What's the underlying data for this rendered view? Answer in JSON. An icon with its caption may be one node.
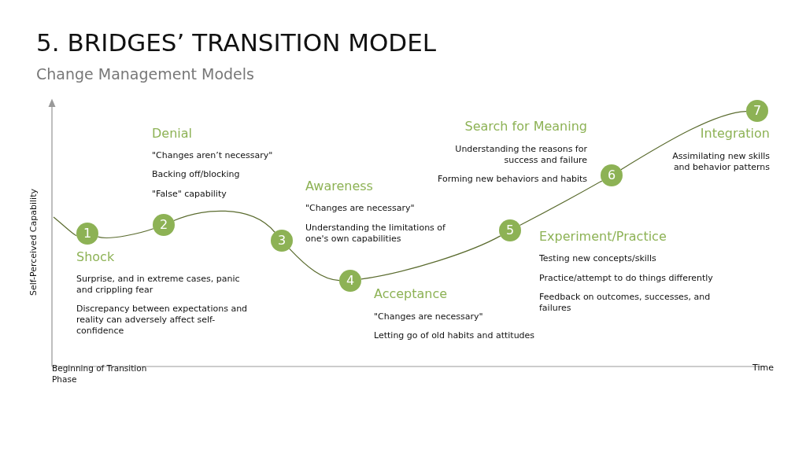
{
  "diagram": {
    "title": "5. BRIDGES’ TRANSITION MODEL",
    "nodes": [
      {
        "text": [
          "1"
        ],
        "beside": [
          "Shock",
          "Surprise, and in extreme cases, panic and crippling fear",
          "Discrepancy between expectations and reality can adversely affect self-confidence"
        ]
      },
      {
        "text": [
          "2"
        ],
        "beside": [
          "Denial",
          "\"Changes aren’t necessary\"",
          "Backing off/blocking",
          "\"False\" capability"
        ]
      },
      {
        "text": [
          "3"
        ],
        "beside": [
          "Awareness",
          "\"Changes are necessary\"",
          "Understanding the limitations of one's own capabilities"
        ]
      },
      {
        "text": [
          "4"
        ],
        "beside": [
          "Acceptance",
          "\"Changes are necessary\"",
          "Letting go of old habits and attitudes"
        ]
      },
      {
        "text": [
          "5"
        ],
        "beside": [
          "Experiment/Practice",
          "Testing new concepts/skills",
          "Practice/attempt to do things differently",
          "Feedback on outcomes, successes, and failures"
        ]
      },
      {
        "text": [
          "6"
        ],
        "beside": [
          "Search for Meaning",
          "Understanding the reasons for success and failure",
          "Forming new behaviors and habits"
        ]
      },
      {
        "text": [
          "7"
        ],
        "beside": [
          "Integration",
          "Assimilating new skills and behavior patterns"
        ]
      }
    ],
    "edges": [
      {
        "from": null,
        "to": 0,
        "arrow": "none"
      },
      {
        "from": 0,
        "to": 1,
        "arrow": "none"
      },
      {
        "from": 1,
        "to": 2,
        "arrow": "none"
      },
      {
        "from": 2,
        "to": 3,
        "arrow": "none"
      },
      {
        "from": 3,
        "to": 4,
        "arrow": "none"
      },
      {
        "from": 4,
        "to": 5,
        "arrow": "none"
      },
      {
        "from": 5,
        "to": 6,
        "arrow": "none"
      }
    ],
    "labels": [
      "Change Management Models",
      "Self-Perceived Capability",
      "Beginning of Transition Phase",
      "Time"
    ]
  }
}
